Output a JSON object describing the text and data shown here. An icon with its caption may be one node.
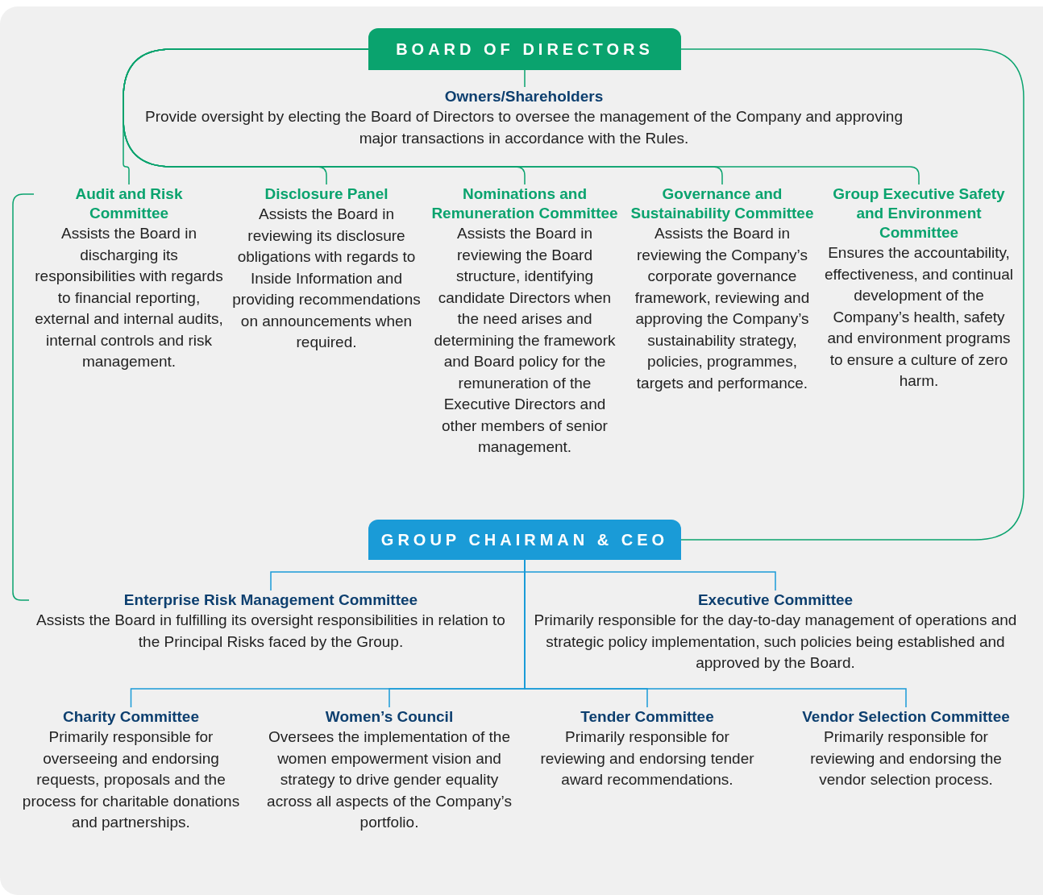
{
  "diagram": {
    "nodes": [
      {
        "text": [
          "BOARD OF DIRECTORS"
        ]
      },
      {
        "text": [
          "Owners/Shareholders",
          "Provide oversight by electing the Board of Directors to oversee the management of the Company and approving major transactions in accordance with the Rules."
        ]
      },
      {
        "text": [
          "Audit and Risk Committee",
          "Assists the Board in discharging its responsibilities with regards to financial reporting, external and internal audits, internal controls and risk management."
        ]
      },
      {
        "text": [
          "Disclosure Panel",
          "Assists the Board in reviewing its disclosure obligations with regards to Inside Information and providing recommendations on announcements when required."
        ]
      },
      {
        "text": [
          "Nominations and Remuneration Committee",
          "Assists the Board in reviewing the Board structure, identifying candidate Directors when the need arises and determining the framework and Board policy for the remuneration of the Executive Directors and other members of senior management."
        ]
      },
      {
        "text": [
          "Governance and Sustainability Committee",
          "Assists the Board in reviewing the Company’s corporate governance framework, reviewing and approving the Company’s sustainability strategy, policies, programmes, targets and performance."
        ]
      },
      {
        "text": [
          "Group Executive Safety and Environment Committee",
          "Ensures the accountability, effectiveness, and continual development of the Company’s health, safety and environment programs to ensure a culture of zero harm."
        ]
      },
      {
        "text": [
          "GROUP CHAIRMAN & CEO"
        ]
      },
      {
        "text": [
          "Enterprise Risk Management Committee",
          "Assists the Board in fulfilling its oversight responsibilities in relation to the Principal Risks faced by the Group."
        ]
      },
      {
        "text": [
          "Executive Committee",
          "Primarily responsible for the day-to-day management of operations and strategic policy implementation, such policies being established and approved by the Board."
        ]
      },
      {
        "text": [
          "Charity Committee",
          "Primarily responsible for overseeing and endorsing requests, proposals and the process for charitable donations and partnerships."
        ]
      },
      {
        "text": [
          "Women’s Council",
          "Oversees the implementation of the women empowerment vision and strategy to drive gender equality across all aspects of the Company’s portfolio."
        ]
      },
      {
        "text": [
          "Tender Committee",
          "Primarily responsible for reviewing and endorsing tender award recommendations."
        ]
      },
      {
        "text": [
          "Vendor Selection Committee",
          "Primarily responsible for reviewing and endorsing the vendor selection process."
        ]
      }
    ],
    "edges": [
      {
        "from": 0,
        "to": 1,
        "arrow": "none"
      },
      {
        "from": 0,
        "to": 2,
        "arrow": "none"
      },
      {
        "from": 0,
        "to": 3,
        "arrow": "none"
      },
      {
        "from": 0,
        "to": 4,
        "arrow": "none"
      },
      {
        "from": 0,
        "to": 5,
        "arrow": "none"
      },
      {
        "from": 0,
        "to": 6,
        "arrow": "none"
      },
      {
        "from": 0,
        "to": 7,
        "arrow": "none"
      },
      {
        "from": 2,
        "to": 8,
        "arrow": "none"
      },
      {
        "from": 7,
        "to": 8,
        "arrow": "none",
        "color": "#1a9bd7"
      },
      {
        "from": 7,
        "to": 9,
        "arrow": "none",
        "color": "#1a9bd7"
      },
      {
        "from": 7,
        "to": 10,
        "arrow": "none",
        "color": "#1a9bd7"
      },
      {
        "from": 7,
        "to": 11,
        "arrow": "none",
        "color": "#1a9bd7"
      },
      {
        "from": 7,
        "to": 12,
        "arrow": "none",
        "color": "#1a9bd7"
      },
      {
        "from": 7,
        "to": 13,
        "arrow": "none",
        "color": "#1a9bd7"
      }
    ]
  }
}
